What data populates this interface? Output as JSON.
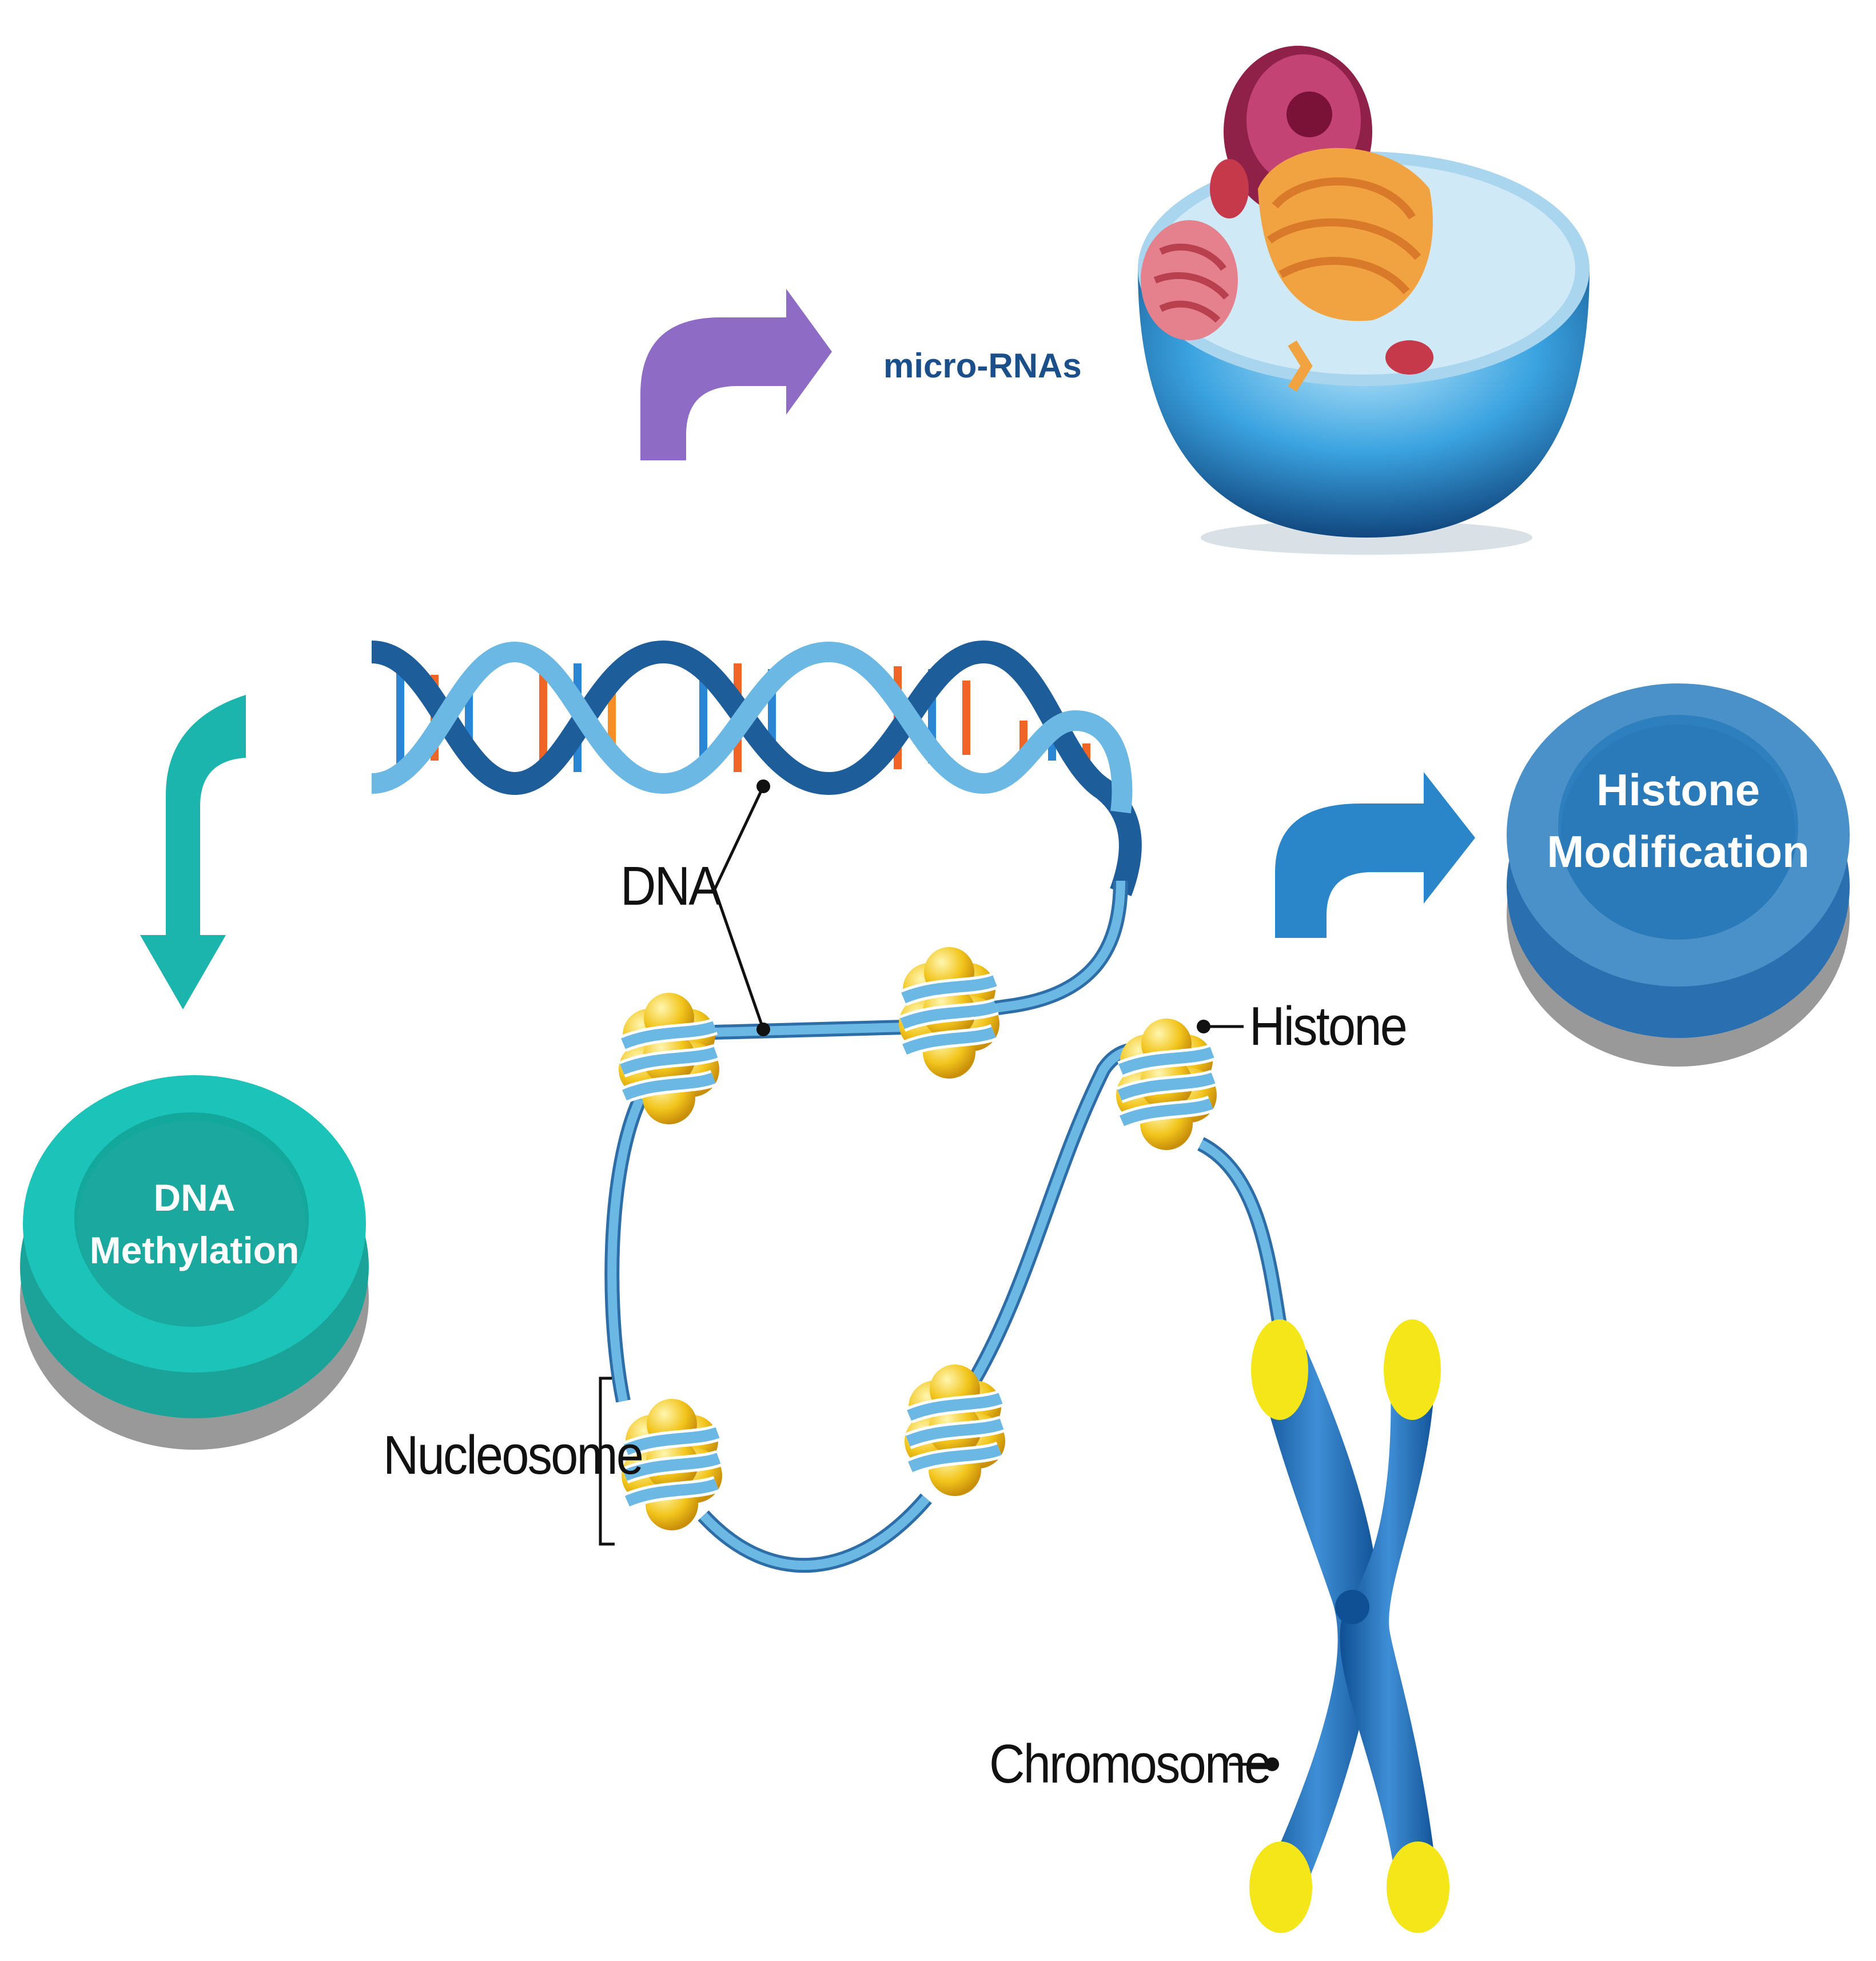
{
  "labels": {
    "micro_rnas": "micro-RNAs",
    "dna": "DNA",
    "histone": "Histone",
    "nucleosome": "Nucleosome",
    "chromosome": "Chromosome"
  },
  "badges": {
    "dna_methylation": {
      "line1": "DNA",
      "line2": "Methylation",
      "color": "#1bc3b8"
    },
    "histone_modification": {
      "line1": "Histone",
      "line2": "Modification",
      "color": "#2e7fbe"
    }
  },
  "colors": {
    "mirna_arrow": "#8e6bc4",
    "methylation_arrow": "#1bb5ad",
    "histone_arrow": "#2a86c9",
    "dna_strand": "#6bb8e4",
    "histone_core": "#f2c51c",
    "chromosome_body": "#2a78c2",
    "chromosome_tip": "#f5e61a",
    "cell": "#3aa3e0"
  },
  "icons": [
    "cell-illustration",
    "dna-double-helix",
    "chromosome-icon",
    "nucleosome-icon"
  ]
}
